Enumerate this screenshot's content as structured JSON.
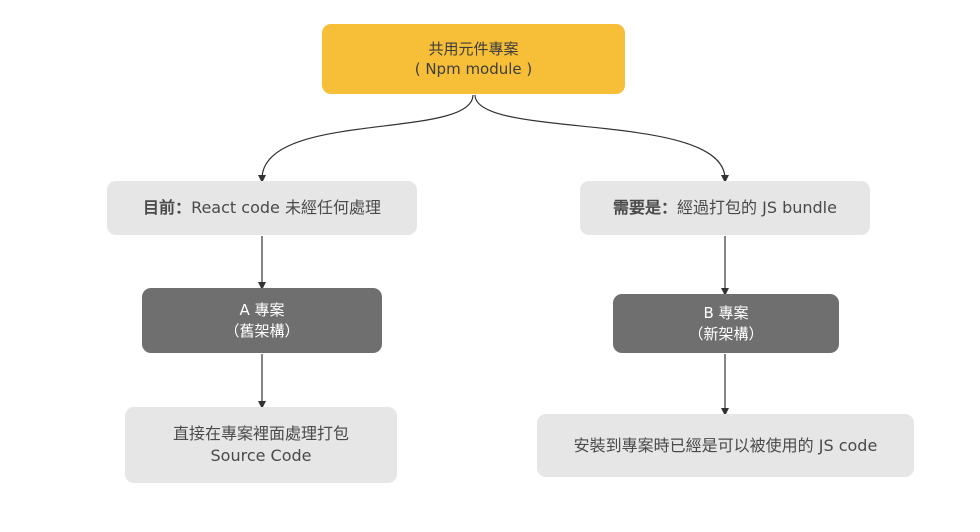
{
  "colors": {
    "root_fill": "#f6bf37",
    "light_fill": "#e6e6e6",
    "dark_fill": "#6f6f6f",
    "connector": "#333333"
  },
  "root": {
    "line1": "共用元件專案",
    "line2": "( Npm module )"
  },
  "left": {
    "status_label": "目前：",
    "status_text": "React code 未經任何處理",
    "project_line1": "A 專案",
    "project_line2": "（舊架構）",
    "desc_line1": "直接在專案裡面處理打包",
    "desc_line2": "Source Code"
  },
  "right": {
    "status_label": "需要是：",
    "status_text": "經過打包的 JS bundle",
    "project_line1": "B 專案",
    "project_line2": "（新架構）",
    "desc_line1": "安裝到專案時已經是可以被使用的 JS code"
  }
}
